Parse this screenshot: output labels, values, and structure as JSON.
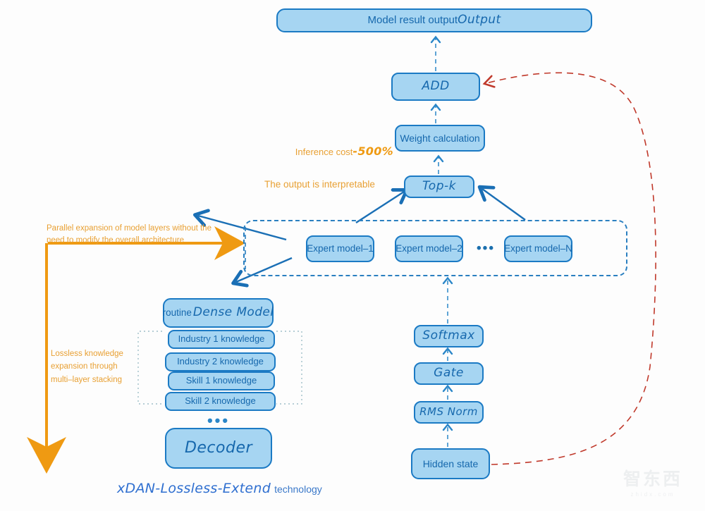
{
  "meta": {
    "background": "#fdfdfd",
    "node_fill": "#a6d5f2",
    "node_border": "#1b7ac4",
    "node_text": "#1668ad",
    "annotation_color": "#e8a033",
    "feedback_color": "#c0392b",
    "orange_arrow_color": "#ef9a12"
  },
  "nodes": {
    "output": {
      "plain": "Model result output",
      "script": "Output"
    },
    "add": "ADD",
    "weight": "Weight calculation",
    "topk": "Top-k",
    "experts": {
      "items": [
        "Expert model–1",
        "Expert model–2",
        "Expert model–N"
      ],
      "ellipsis": "•••"
    },
    "dense": {
      "plain": "routine",
      "script": "Dense Model"
    },
    "knowledge": [
      "Industry 1 knowledge",
      "Industry 2 knowledge",
      "Skill 1 knowledge",
      "Skill 2 knowledge"
    ],
    "stack_ellipsis": "•••",
    "decoder": "Decoder",
    "softmax": "Softmax",
    "gate": "Gate",
    "rms_norm": "RMS Norm",
    "hidden_state": "Hidden state"
  },
  "annotations": {
    "inference_cost_label": "Inference cost",
    "inference_cost_value": "-500%",
    "interpretable": "The output is interpretable",
    "parallel_expansion": "Parallel expansion of model layers without the\nneed to modify the overall architecture",
    "lossless": "Lossless knowledge\nexpansion through\nmulti–layer stacking"
  },
  "title_bottom": {
    "script": "xDAN-Lossless-Extend",
    "plain": "technology"
  },
  "watermark": {
    "cn": "智东西",
    "en": "zhidx.com"
  }
}
